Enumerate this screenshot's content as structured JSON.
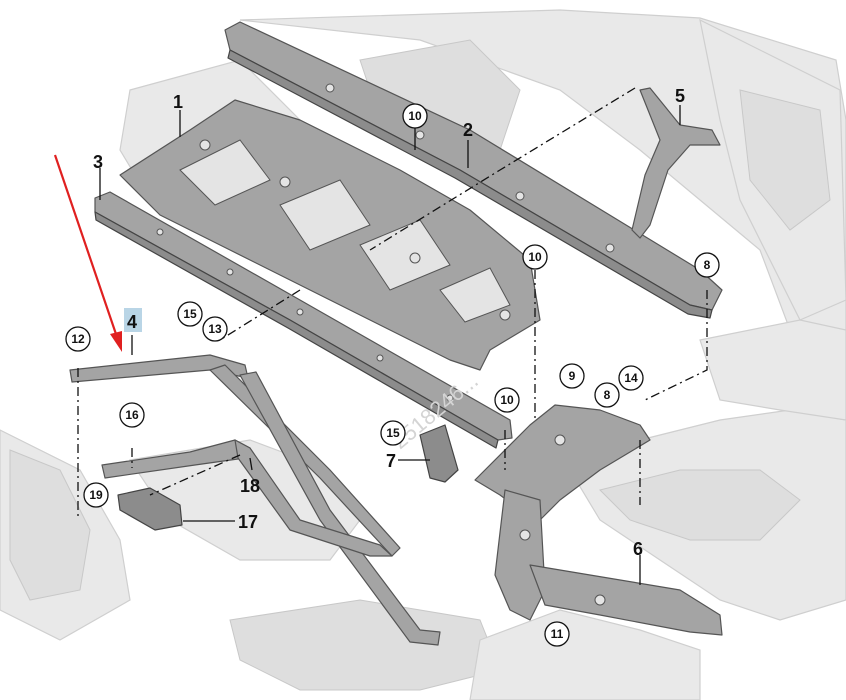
{
  "labels": {
    "l1": "1",
    "l2": "2",
    "l3": "3",
    "l4": "4",
    "l5": "5",
    "l6": "6",
    "l7": "7",
    "l17": "17",
    "l18": "18"
  },
  "callouts": {
    "c10a": "10",
    "c10b": "10",
    "c10c": "10",
    "c8a": "8",
    "c8b": "8",
    "c9": "9",
    "c14": "14",
    "c12": "12",
    "c13": "13",
    "c15a": "15",
    "c15b": "15",
    "c16": "16",
    "c19": "19",
    "c11": "11"
  },
  "watermark": "2518246...",
  "colors": {
    "arrow": "#e02020",
    "highlight": "#b9d5e6",
    "part": "#a4a4a4",
    "background_body": "#e9e9e9"
  }
}
